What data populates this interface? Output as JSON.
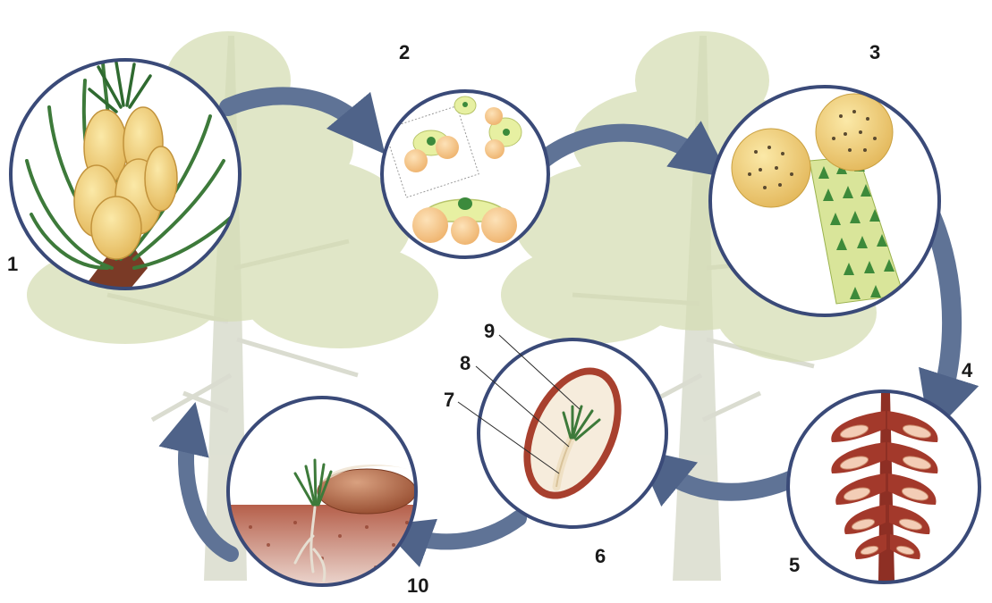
{
  "labels": {
    "n1": "1",
    "n2": "2",
    "n3": "3",
    "n4": "4",
    "n5": "5",
    "n6": "6",
    "n7": "7",
    "n8": "8",
    "n9": "9",
    "n10": "10"
  },
  "colors": {
    "circle_border": "#3a4a78",
    "arrow": "#5f7396",
    "foliage": "#c9d3a0",
    "trunk": "#d6d8cc",
    "pollen": "#e8c86a",
    "needle": "#3d7a3a",
    "cone_scale": "#8e2f24",
    "seed": "#b5704e",
    "soil": "#c9826e"
  }
}
